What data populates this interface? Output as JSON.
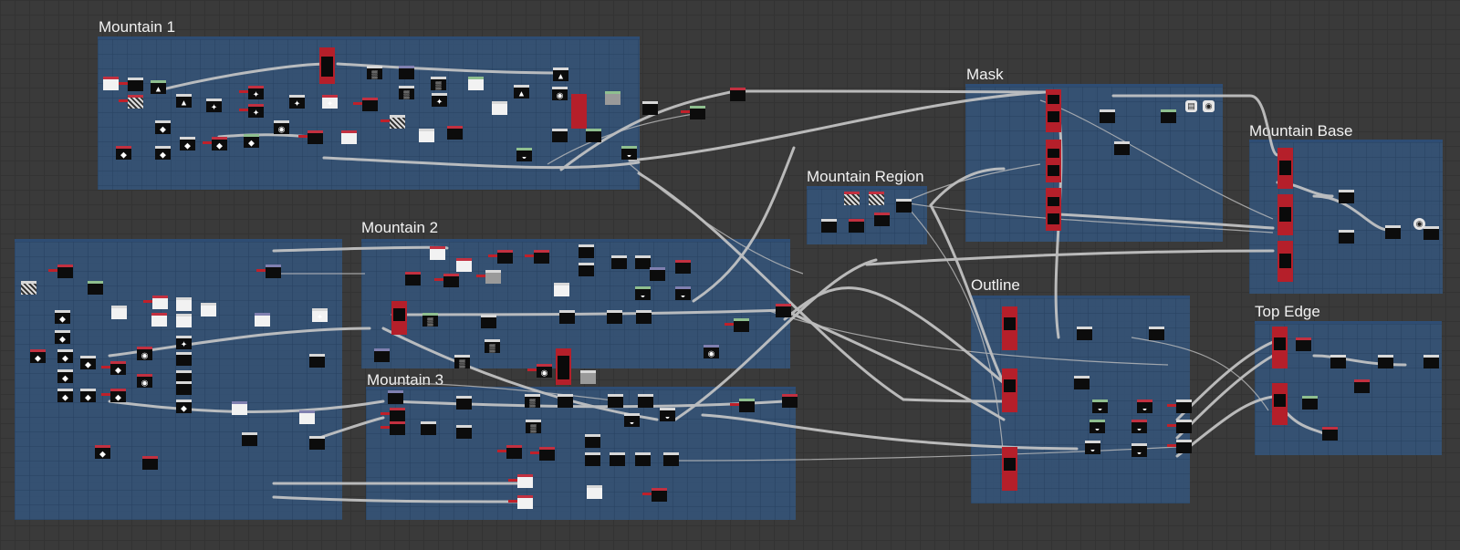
{
  "app": {
    "type": "node-graph-editor"
  },
  "frames": [
    {
      "id": "mountain-1",
      "title": "Mountain 1"
    },
    {
      "id": "mask",
      "title": "Mask"
    },
    {
      "id": "mountain-base",
      "title": "Mountain Base"
    },
    {
      "id": "mountain-region",
      "title": "Mountain Region"
    },
    {
      "id": "mountain-2",
      "title": "Mountain 2"
    },
    {
      "id": "mountain-3",
      "title": "Mountain 3"
    },
    {
      "id": "outline",
      "title": "Outline"
    },
    {
      "id": "top-edge",
      "title": "Top Edge"
    }
  ],
  "icons": {
    "output_node": "output-icon",
    "document_node": "document-icon",
    "blend_node": "blend-icon",
    "shape_glyph": "◆",
    "doc_glyph": "▤",
    "out_glyph": "◉"
  },
  "colors": {
    "canvas": "#3a3a3a",
    "frame": "#34547a",
    "wire": "#c8c8c8",
    "input_port": "#c0202a",
    "node_body": "#0c0c0c",
    "node_header": "#d8d8d8"
  }
}
